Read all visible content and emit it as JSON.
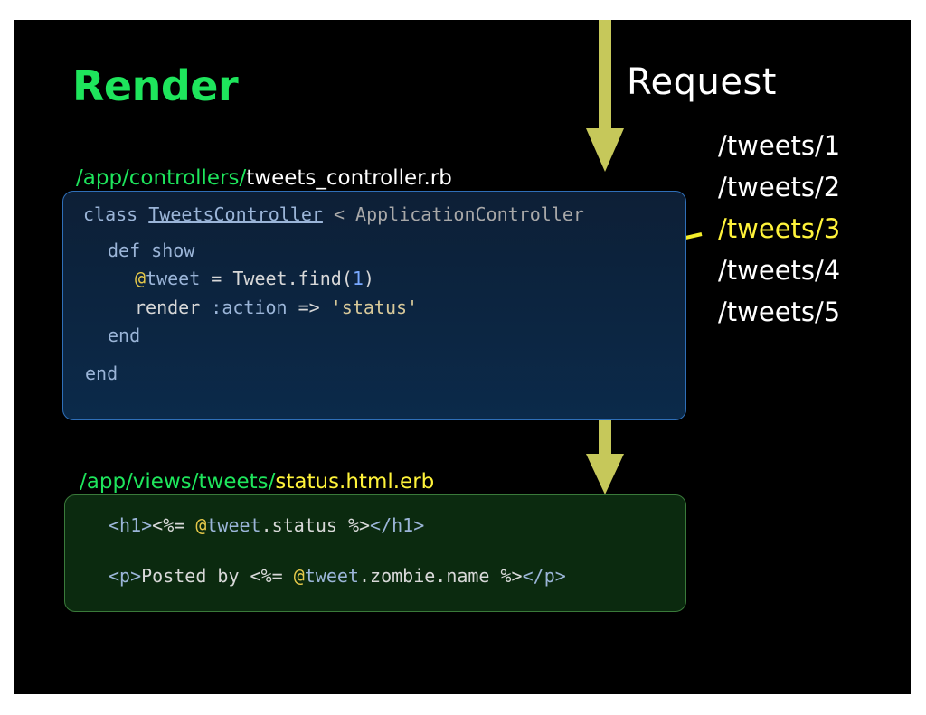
{
  "slide": {
    "title": "Render",
    "request_label": "Request",
    "urls": [
      {
        "text": "/tweets/1",
        "current": false
      },
      {
        "text": "/tweets/2",
        "current": false
      },
      {
        "text": "/tweets/3",
        "current": true
      },
      {
        "text": "/tweets/4",
        "current": false
      },
      {
        "text": "/tweets/5",
        "current": false
      }
    ],
    "controller_path": {
      "dir": "/app/controllers/",
      "file": "tweets_controller.rb"
    },
    "view_path": {
      "dir": "/app/views/tweets/",
      "file": "status.html.erb"
    },
    "controller_code": {
      "line1": {
        "kw": "class",
        "cls": "TweetsController",
        "inh": "< ApplicationController"
      },
      "line2": {
        "kw": "def",
        "name": "show"
      },
      "line3": {
        "at": "@",
        "ivar": "tweet",
        "eq": " = ",
        "const": "Tweet",
        "call": ".find(",
        "num": "1",
        "close": ")"
      },
      "line4": {
        "kw": "render",
        "sym": ":action",
        "arrow": " => ",
        "str": "'status'"
      },
      "line5": {
        "kw": "end"
      },
      "line6": {
        "kw": "end"
      }
    },
    "view_code": {
      "line1": {
        "open": "<h1>",
        "erb_open": "<%= ",
        "at": "@",
        "ivar": "tweet",
        "rest": ".status %>",
        "close": "</h1>"
      },
      "line2": {
        "open": "<p>",
        "text": "Posted by ",
        "erb_open": "<%= ",
        "at": "@",
        "ivar": "tweet",
        "rest": ".zombie.name %>",
        "close": "</p>"
      }
    },
    "colors": {
      "accent_green": "#1ee55c",
      "highlight_yellow": "#fff33a",
      "flow_arrow": "#c6c85a",
      "controller_border": "#2f6fb8",
      "view_border": "#3a7a3a"
    }
  }
}
